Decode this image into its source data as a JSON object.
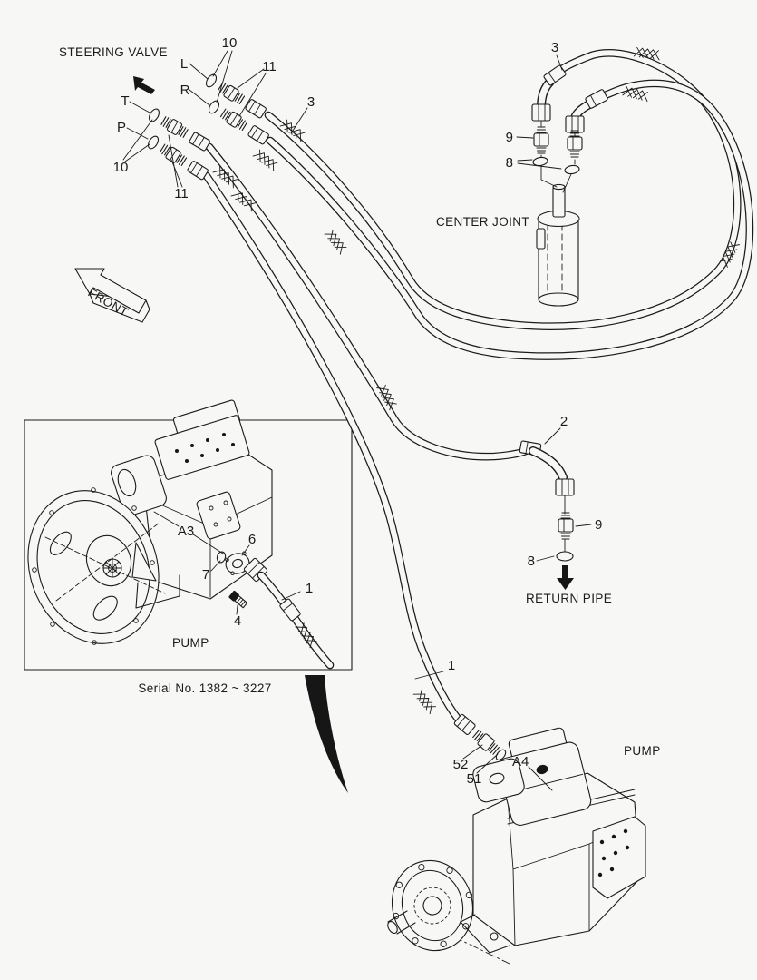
{
  "colors": {
    "background": "#f7f7f5",
    "line": "#1b1b1b"
  },
  "labels": {
    "steering_valve": "STEERING VALVE",
    "front": "FRONT",
    "center_joint": "CENTER JOINT",
    "return_pipe": "RETURN PIPE",
    "pump_inset": "PUMP",
    "pump_main": "PUMP",
    "serial_no": "Serial No. 1382 ~ 3227"
  },
  "callouts": {
    "sv_oring_top": "10",
    "sv_port_l": "L",
    "sv_adapter_top": "11",
    "sv_port_r": "R",
    "sv_hose": "3",
    "sv_port_t": "T",
    "sv_port_p": "P",
    "sv_oring_bottom": "10",
    "sv_adapter_bottom": "11",
    "cj_hose": "3",
    "cj_adapter": "9",
    "cj_oring": "8",
    "rp_hose": "2",
    "rp_adapter": "9",
    "rp_oring": "8",
    "inset_port": "A3",
    "inset_flange": "6",
    "inset_oring": "7",
    "inset_bolt": "4",
    "inset_hose": "1",
    "pump_hose": "1",
    "pump_fitting": "52",
    "pump_oring": "51",
    "pump_port": "A4"
  },
  "icons": {
    "front_arrow": "front-direction-arrow",
    "steering_arrow": "direction-arrow",
    "return_arrow": "down-arrow"
  }
}
